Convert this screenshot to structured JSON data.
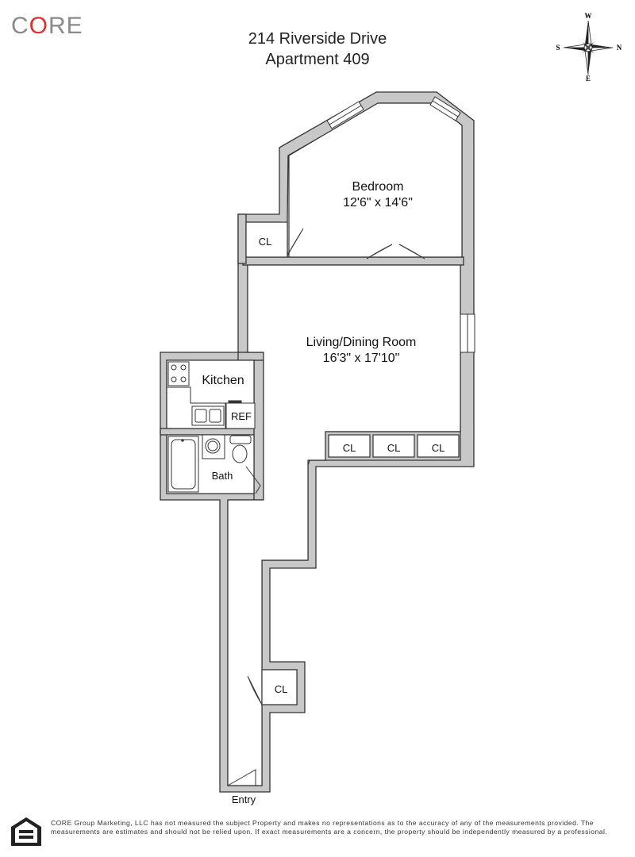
{
  "brand": {
    "logo_left": "C",
    "logo_o": "O",
    "logo_right": "RE"
  },
  "address": {
    "line1": "214 Riverside Drive",
    "line2": "Apartment 409"
  },
  "compass": {
    "north": "N",
    "south": "S",
    "east": "E",
    "west": "W"
  },
  "rooms": {
    "bedroom": {
      "name": "Bedroom",
      "size": "12'6\" x 14'6\""
    },
    "living": {
      "name": "Living/Dining Room",
      "size": "16'3\" x 17'10\""
    },
    "kitchen": {
      "name": "Kitchen"
    },
    "ref": "REF",
    "bath": "Bath",
    "closet": "CL",
    "entry": "Entry"
  },
  "footer": {
    "disclaimer": "CORE Group Marketing, LLC has not measured the subject Property and makes no representations as to the accuracy of any of the measurements provided. The measurements are estimates and should not be relied upon. If exact measurements are a concern, the property should be independently measured by a professional."
  },
  "colors": {
    "wall_fill": "#c8c8c8",
    "wall_stroke": "#333333",
    "brand_accent": "#e0322d",
    "brand_gray": "#8a8a8a"
  }
}
